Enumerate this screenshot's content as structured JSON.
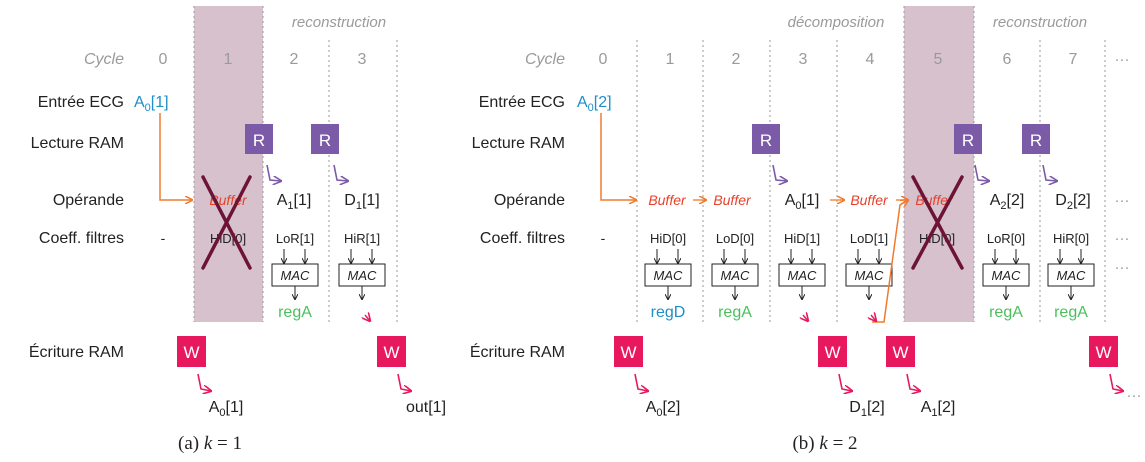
{
  "colors": {
    "highlight": "#d7c1cc",
    "cross": "#6d1436",
    "orange": "#f07b2e",
    "buffer": "#e8412a",
    "purple": "#7b5ba7",
    "pink": "#e8185e",
    "blue": "#1e8fc9",
    "green": "#4cbf5d",
    "gray": "#9a9a9a",
    "dark": "#222222"
  },
  "icons": [
    "read-ram-box",
    "write-ram-box",
    "mac-unit-box",
    "cross-mark"
  ],
  "a": {
    "phase_reconstruction": "reconstruction",
    "cycle_label": "Cycle",
    "cycles": [
      "0",
      "1",
      "2",
      "3"
    ],
    "row_labels": [
      "Entrée ECG",
      "Lecture RAM",
      "Opérande",
      "Coeff. filtres",
      "Écriture RAM"
    ],
    "ecg_input": {
      "base": "A",
      "sub": "0",
      "idx": "[1]"
    },
    "read_label": "R",
    "write_label": "W",
    "buffer": "Buffer",
    "operands": [
      {
        "base": "A",
        "sub": "1",
        "idx": "[1]"
      },
      {
        "base": "D",
        "sub": "1",
        "idx": "[1]"
      }
    ],
    "coeff_dash": "-",
    "coeffs": [
      "HiD[0]",
      "LoR[1]",
      "HiR[1]"
    ],
    "mac_label": "MAC",
    "reg_results": [
      "regA"
    ],
    "outputs": [
      {
        "base": "A",
        "sub": "0",
        "idx": "[1]"
      },
      {
        "base": "out",
        "sub": "",
        "idx": "[1]"
      }
    ],
    "caption_prefix": "(a)",
    "caption_var": "k",
    "caption_eq": "= 1"
  },
  "b": {
    "phase_decomposition": "décomposition",
    "phase_reconstruction": "reconstruction",
    "cycle_label": "Cycle",
    "cycles": [
      "0",
      "1",
      "2",
      "3",
      "4",
      "5",
      "6",
      "7"
    ],
    "ellipsis": "···",
    "row_labels": [
      "Entrée ECG",
      "Lecture RAM",
      "Opérande",
      "Coeff. filtres",
      "Écriture RAM"
    ],
    "ecg_input": {
      "base": "A",
      "sub": "0",
      "idx": "[2]"
    },
    "read_label": "R",
    "write_label": "W",
    "buffer": "Buffer",
    "operands": [
      {
        "base": "A",
        "sub": "0",
        "idx": "[1]"
      },
      {
        "base": "A",
        "sub": "2",
        "idx": "[2]"
      },
      {
        "base": "D",
        "sub": "2",
        "idx": "[2]"
      }
    ],
    "coeff_dash": "-",
    "coeffs": [
      "HiD[0]",
      "LoD[0]",
      "HiD[1]",
      "LoD[1]",
      "HiD[0]",
      "LoR[0]",
      "HiR[0]"
    ],
    "mac_label": "MAC",
    "reg_results": [
      "regD",
      "regA",
      "regA",
      "regA"
    ],
    "outputs": [
      {
        "base": "A",
        "sub": "0",
        "idx": "[2]"
      },
      {
        "base": "D",
        "sub": "1",
        "idx": "[2]"
      },
      {
        "base": "A",
        "sub": "1",
        "idx": "[2]"
      }
    ],
    "caption_prefix": "(b)",
    "caption_var": "k",
    "caption_eq": "= 2"
  }
}
